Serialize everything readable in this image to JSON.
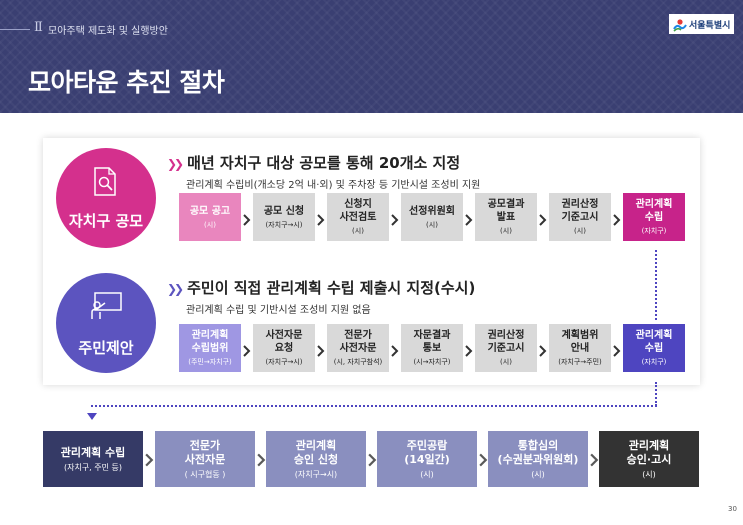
{
  "header": {
    "section_number": "Ⅱ",
    "section_label": "모아주택 제도화 및 실행방안",
    "logo_text": "서울특별시",
    "title": "모아타운 추진 절차"
  },
  "colors": {
    "header_bg": "#3a3f72",
    "pink": "#d4308d",
    "purple": "#5c54bf",
    "gray_step": "#d9d9d9",
    "navy_step": "#353a66",
    "lavender_step": "#8a8fbf"
  },
  "track1": {
    "circle_label": "자치구 공모",
    "icon": "search-document-icon",
    "title": "매년 자치구 대상 공모를 통해 20개소 지정",
    "subtitle": "관리계획 수립비(개소당 2억 내·외) 및 주차장 등 기반시설 조성비 지원",
    "steps": [
      {
        "title": "공모 공고",
        "sub": "(시)"
      },
      {
        "title": "공모 신청",
        "sub": "(자치구→시)"
      },
      {
        "title": "신청지\n사전검토",
        "sub": "(시)"
      },
      {
        "title": "선정위원회",
        "sub": "(시)"
      },
      {
        "title": "공모결과\n발표",
        "sub": "(시)"
      },
      {
        "title": "권리산정\n기준고시",
        "sub": "(시)"
      },
      {
        "title": "관리계획\n수립",
        "sub": "(자치구)"
      }
    ]
  },
  "track2": {
    "circle_label": "주민제안",
    "icon": "presentation-board-icon",
    "title": "주민이 직접 관리계획 수립 제출시 지정(수시)",
    "subtitle": "관리계획 수립 및 기반시설 조성비 지원 없음",
    "steps": [
      {
        "title": "관리계획\n수립범위",
        "sub": "(주민→자치구)"
      },
      {
        "title": "사전자문\n요청",
        "sub": "(자치구→시)"
      },
      {
        "title": "전문가\n사전자문",
        "sub": "(시, 자치구참석)"
      },
      {
        "title": "자문결과\n통보",
        "sub": "(시→자치구)"
      },
      {
        "title": "권리산정\n기준고시",
        "sub": "(시)"
      },
      {
        "title": "계획범위\n안내",
        "sub": "(자치구→주민)"
      },
      {
        "title": "관리계획\n수립",
        "sub": "(자치구)"
      }
    ]
  },
  "final_flow": [
    {
      "title": "관리계획 수립",
      "sub": "(자치구, 주민 등)"
    },
    {
      "title": "전문가\n사전자문",
      "sub": "( 시구협동 )"
    },
    {
      "title": "관리계획\n승인 신청",
      "sub": "(자치구→시)"
    },
    {
      "title": "주민공람\n(14일간)",
      "sub": "(시)"
    },
    {
      "title": "통합심의\n(수권분과위원회)",
      "sub": "(시)"
    },
    {
      "title": "관리계획\n승인·고시",
      "sub": "(시)"
    }
  ],
  "page_number": "30"
}
